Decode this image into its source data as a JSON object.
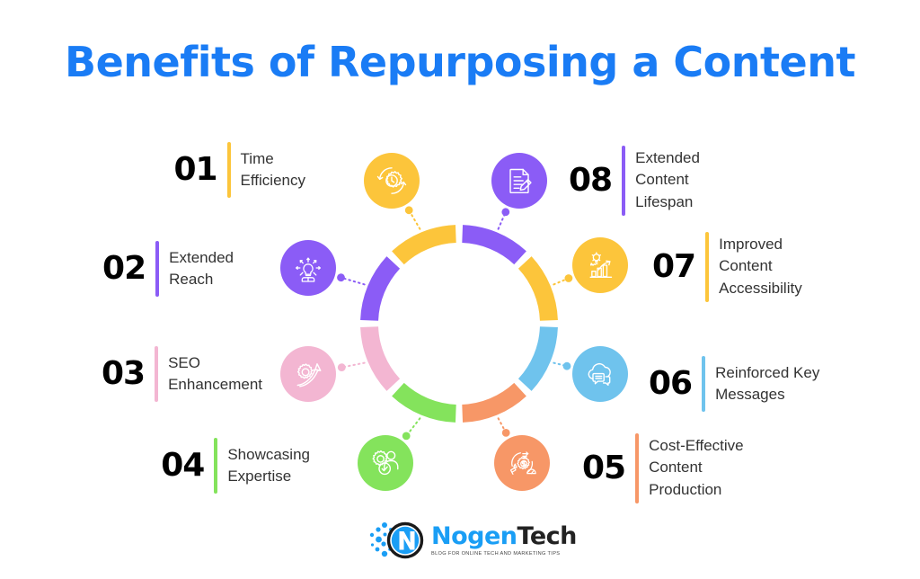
{
  "title": "Benefits of Repurposing a Content",
  "colors": {
    "title_blue": "#1a7cf5",
    "yellow": "#FCC53B",
    "purple": "#8B5CF6",
    "pink": "#F3B6D2",
    "green": "#84E35C",
    "orange": "#F79767",
    "blue": "#6FC3ED",
    "text_dark": "#333333",
    "background": "#FFFFFF"
  },
  "items": [
    {
      "number": "01",
      "label": "Time\nEfficiency",
      "color": "#FCC53B",
      "icon": "clock-gear-refresh-icon",
      "side": "left"
    },
    {
      "number": "02",
      "label": "Extended\nReach",
      "color": "#8B5CF6",
      "icon": "lightbulb-broadcast-icon",
      "side": "left"
    },
    {
      "number": "03",
      "label": "SEO\nEnhancement",
      "color": "#F3B6D2",
      "icon": "gear-growth-arrow-icon",
      "side": "left"
    },
    {
      "number": "04",
      "label": "Showcasing\nExpertise",
      "color": "#84E35C",
      "icon": "gear-person-check-icon",
      "side": "left"
    },
    {
      "number": "05",
      "label": "Cost-Effective\nContent\nProduction",
      "color": "#F79767",
      "icon": "dollar-gear-gauge-icon",
      "side": "right"
    },
    {
      "number": "06",
      "label": "Reinforced Key\nMessages",
      "color": "#6FC3ED",
      "icon": "cloud-chat-icon",
      "side": "right"
    },
    {
      "number": "07",
      "label": "Improved\nContent\nAccessibility",
      "color": "#FCC53B",
      "icon": "bar-chart-growth-bulb-icon",
      "side": "right"
    },
    {
      "number": "08",
      "label": "Extended\nContent\nLifespan",
      "color": "#8B5CF6",
      "icon": "document-pencil-icon",
      "side": "right"
    }
  ],
  "donut": {
    "segment_order": [
      "08",
      "07",
      "06",
      "05",
      "04",
      "03",
      "02",
      "01"
    ],
    "segment_colors": [
      "#8B5CF6",
      "#FCC53B",
      "#6FC3ED",
      "#F79767",
      "#84E35C",
      "#F3B6D2",
      "#8B5CF6",
      "#FCC53B"
    ],
    "segments": 8
  },
  "logo": {
    "name_part1": "Nogen",
    "name_part2": "Tech",
    "tagline": "BLOG FOR ONLINE TECH AND MARKETING TIPS"
  }
}
